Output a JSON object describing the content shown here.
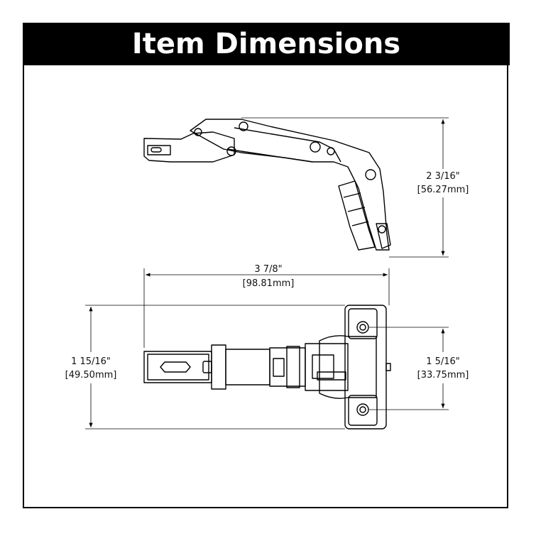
{
  "header": {
    "title": "Item Dimensions"
  },
  "dimensions": {
    "side_height": {
      "imperial": "2 3/16\"",
      "metric": "[56.27mm]"
    },
    "length": {
      "imperial": "3 7/8\"",
      "metric": "[98.81mm]"
    },
    "overall_height": {
      "imperial": "1 15/16\"",
      "metric": "[49.50mm]"
    },
    "hole_spacing": {
      "imperial": "1 5/16\"",
      "metric": "[33.75mm]"
    }
  }
}
